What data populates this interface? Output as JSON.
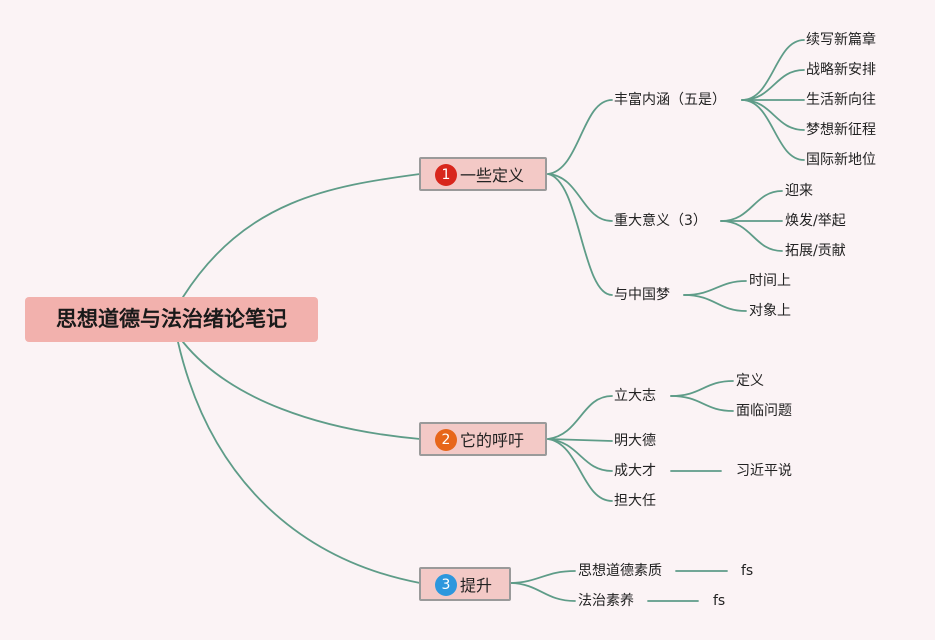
{
  "colors": {
    "connector": "#5e9c88",
    "badge1": "#d8261c",
    "badge2": "#e7661a",
    "badge3": "#2d97dd"
  },
  "root": {
    "label": "思想道德与法治绪论笔记"
  },
  "branches": [
    {
      "number": "1",
      "label": "一些定义",
      "children": [
        {
          "label": "丰富内涵（五是）",
          "children": [
            "续写新篇章",
            "战略新安排",
            "生活新向往",
            "梦想新征程",
            "国际新地位"
          ]
        },
        {
          "label": "重大意义（3）",
          "children": [
            "迎来",
            "焕发/举起",
            "拓展/贡献"
          ]
        },
        {
          "label": "与中国梦",
          "children": [
            "时间上",
            "对象上"
          ]
        }
      ]
    },
    {
      "number": "2",
      "label": "它的呼吁",
      "children": [
        {
          "label": "立大志",
          "children": [
            "定义",
            "面临问题"
          ]
        },
        {
          "label": "明大德",
          "children": []
        },
        {
          "label": "成大才",
          "children": [
            "习近平说"
          ]
        },
        {
          "label": "担大任",
          "children": []
        }
      ]
    },
    {
      "number": "3",
      "label": "提升",
      "children": [
        {
          "label": "思想道德素质",
          "children": [
            "fs"
          ]
        },
        {
          "label": "法治素养",
          "children": [
            "fs"
          ]
        }
      ]
    }
  ]
}
